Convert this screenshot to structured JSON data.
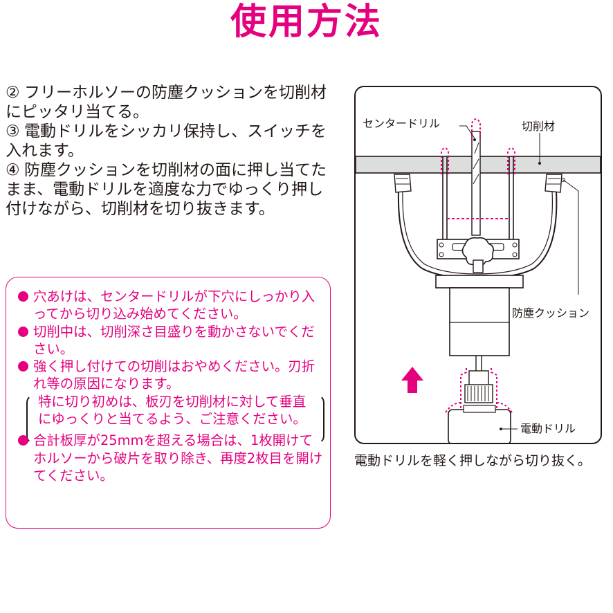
{
  "title": "使用方法",
  "colors": {
    "accent": "#e5007f",
    "text": "#231815",
    "dashed": "#e5007f"
  },
  "steps": [
    {
      "marker": "②",
      "text": "フリーホルソーの防塵クッションを切削材にピッタリ当てる。"
    },
    {
      "marker": "③",
      "text": "電動ドリルをシッカリ保持し、スイッチを入れます。"
    },
    {
      "marker": "④",
      "text": "防塵クッションを切削材の面に押し当てたまま、電動ドリルを適度な力でゆっくり押し付けながら、切削材を切り抜きます。"
    }
  ],
  "notes": {
    "bullets": [
      "穴あけは、センタードリルが下穴にしっかり入ってから切り込み始めてください。",
      "切削中は、切削深さ目盛りを動かさないでください。",
      "強く押し付けての切削はおやめください。刃折れ等の原因になります。"
    ],
    "parenthetical": "特に切り初めは、板刃を切削材に対して垂直にゆっくりと当てるよう、ご注意ください。",
    "last": "合計板厚が25mmを超える場合は、1枚開けてホルソーから破片を取り除き、再度2枚目を開けてください。"
  },
  "diagram": {
    "labels": {
      "center_drill": "センタードリル",
      "workpiece": "切削材",
      "dust_cushion": "防塵クッション",
      "power_drill": "電動ドリル"
    },
    "arrow_icon": "up-arrow-icon"
  },
  "caption": "電動ドリルを軽く押しながら切り抜く。"
}
